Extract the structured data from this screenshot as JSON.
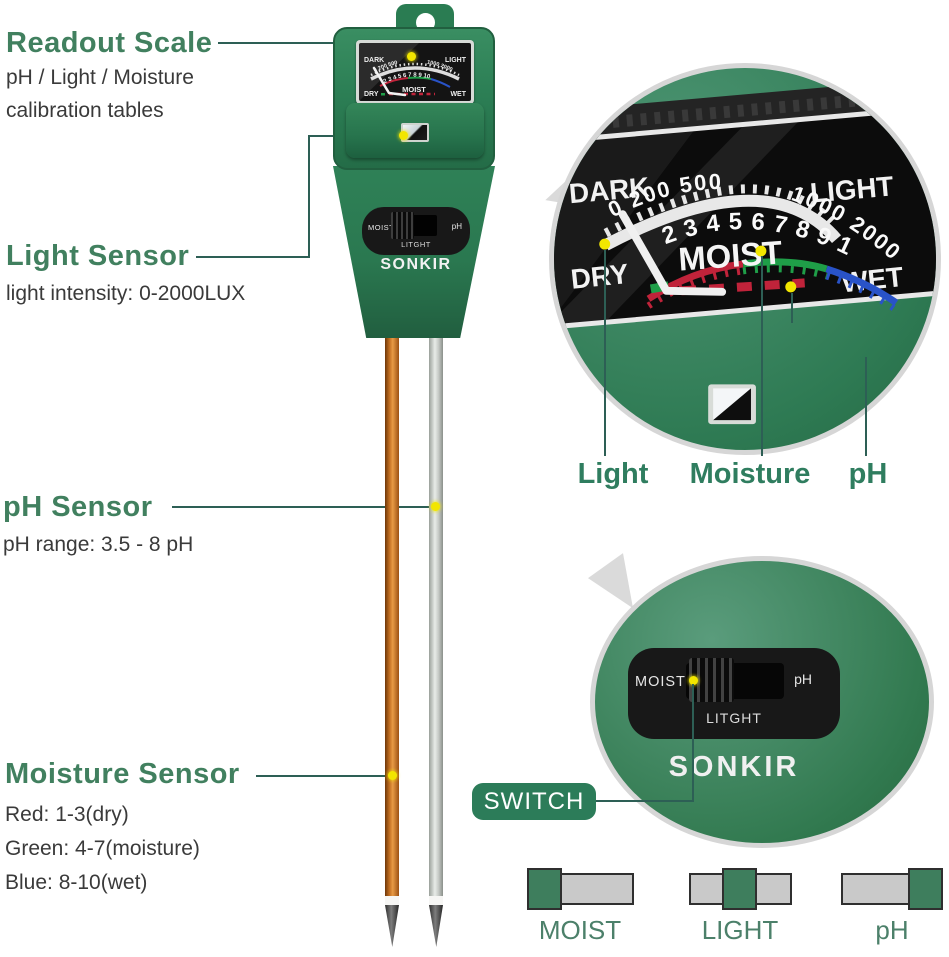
{
  "colors": {
    "accent_green": "#41805f",
    "device_green": "#2c7f55",
    "panel_black": "#181818",
    "dot_yellow": "#f2e600",
    "connector_line": "#2d5f55",
    "icon_green": "#3e7e5d",
    "icon_gray": "#c9c9c9",
    "scale_red": "#c0233a",
    "scale_green": "#1f9e48",
    "scale_blue": "#2953c8"
  },
  "annotations": {
    "readout": {
      "title": "Readout Scale",
      "line1": "pH / Light / Moisture",
      "line2": "calibration tables"
    },
    "light": {
      "title": "Light Sensor",
      "desc": "light intensity: 0-2000LUX"
    },
    "ph": {
      "title": "pH Sensor",
      "desc": "pH range: 3.5 - 8 pH"
    },
    "moisture": {
      "title": "Moisture Sensor",
      "red": "Red: 1-3(dry)",
      "green": "Green: 4-7(moisture)",
      "blue": "Blue: 8-10(wet)"
    }
  },
  "gauge": {
    "dark": "DARK",
    "light": "LIGHT",
    "dry": "DRY",
    "wet": "WET",
    "moist": "MOIST",
    "light_scale_left": "0 200 500",
    "light_scale_right": "1000 2000",
    "moist_numbers": "2 3 4 5 6 7 8 9 10"
  },
  "switch_panel": {
    "moist": "MOIST",
    "ph": "pH",
    "light": "LITGHT",
    "brand": "SONKIR"
  },
  "callouts": {
    "light": "Light",
    "moisture": "Moisture",
    "ph": "pH",
    "switch": "SWITCH"
  },
  "mode_icons": [
    {
      "label": "MOIST",
      "position": "left"
    },
    {
      "label": "LIGHT",
      "position": "center"
    },
    {
      "label": "pH",
      "position": "right"
    }
  ]
}
